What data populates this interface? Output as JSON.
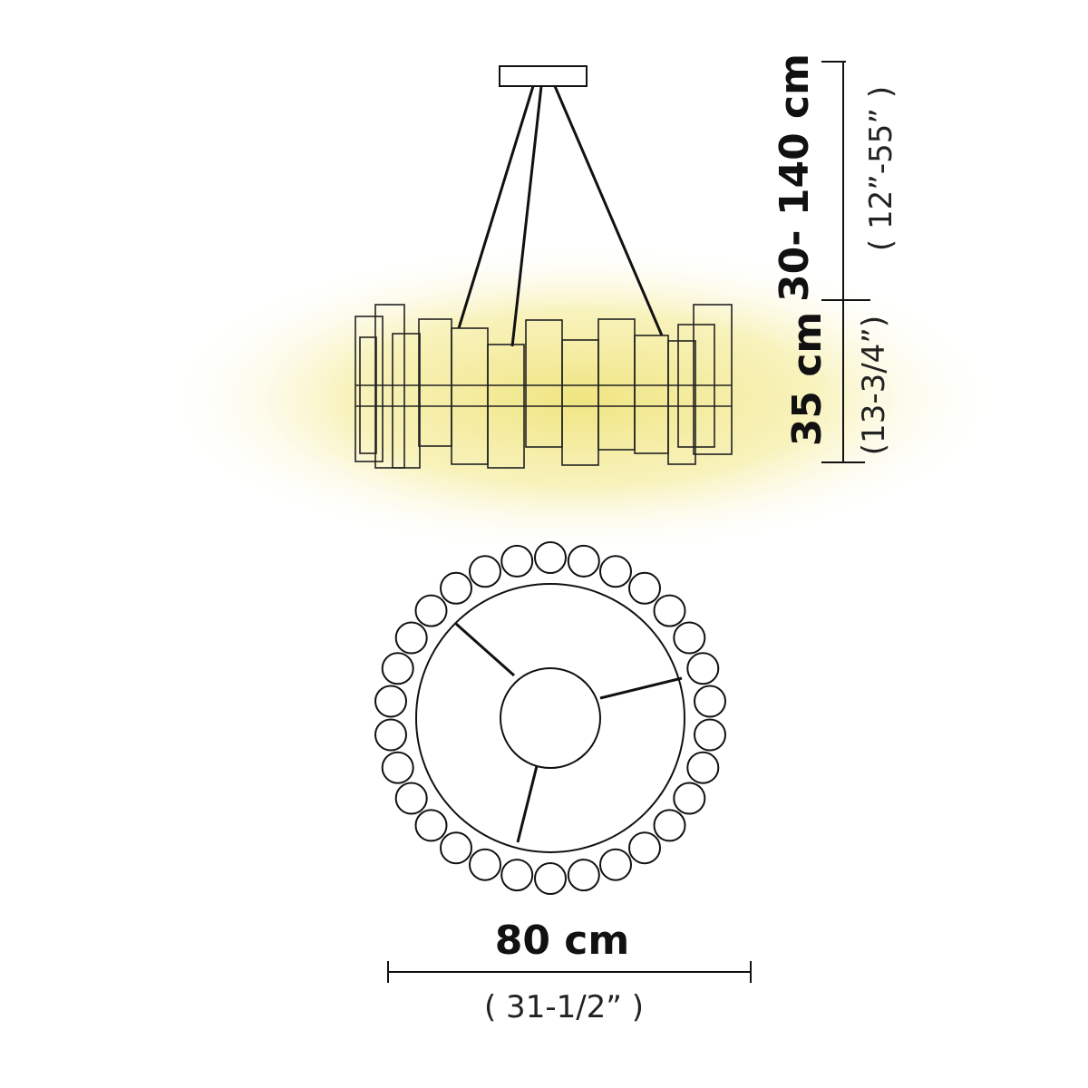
{
  "drawing": {
    "glow_color": "#f3eb9a",
    "line_color": "#111111",
    "fill_color": "#ffffff"
  },
  "dimensions": {
    "suspension": {
      "metric": "30- 140 cm",
      "imperial": "( 12”-55” )"
    },
    "height": {
      "metric": "35 cm",
      "imperial": "(13-3/4”)"
    },
    "diameter": {
      "metric": "80 cm",
      "imperial": "( 31-1/2” )"
    }
  }
}
